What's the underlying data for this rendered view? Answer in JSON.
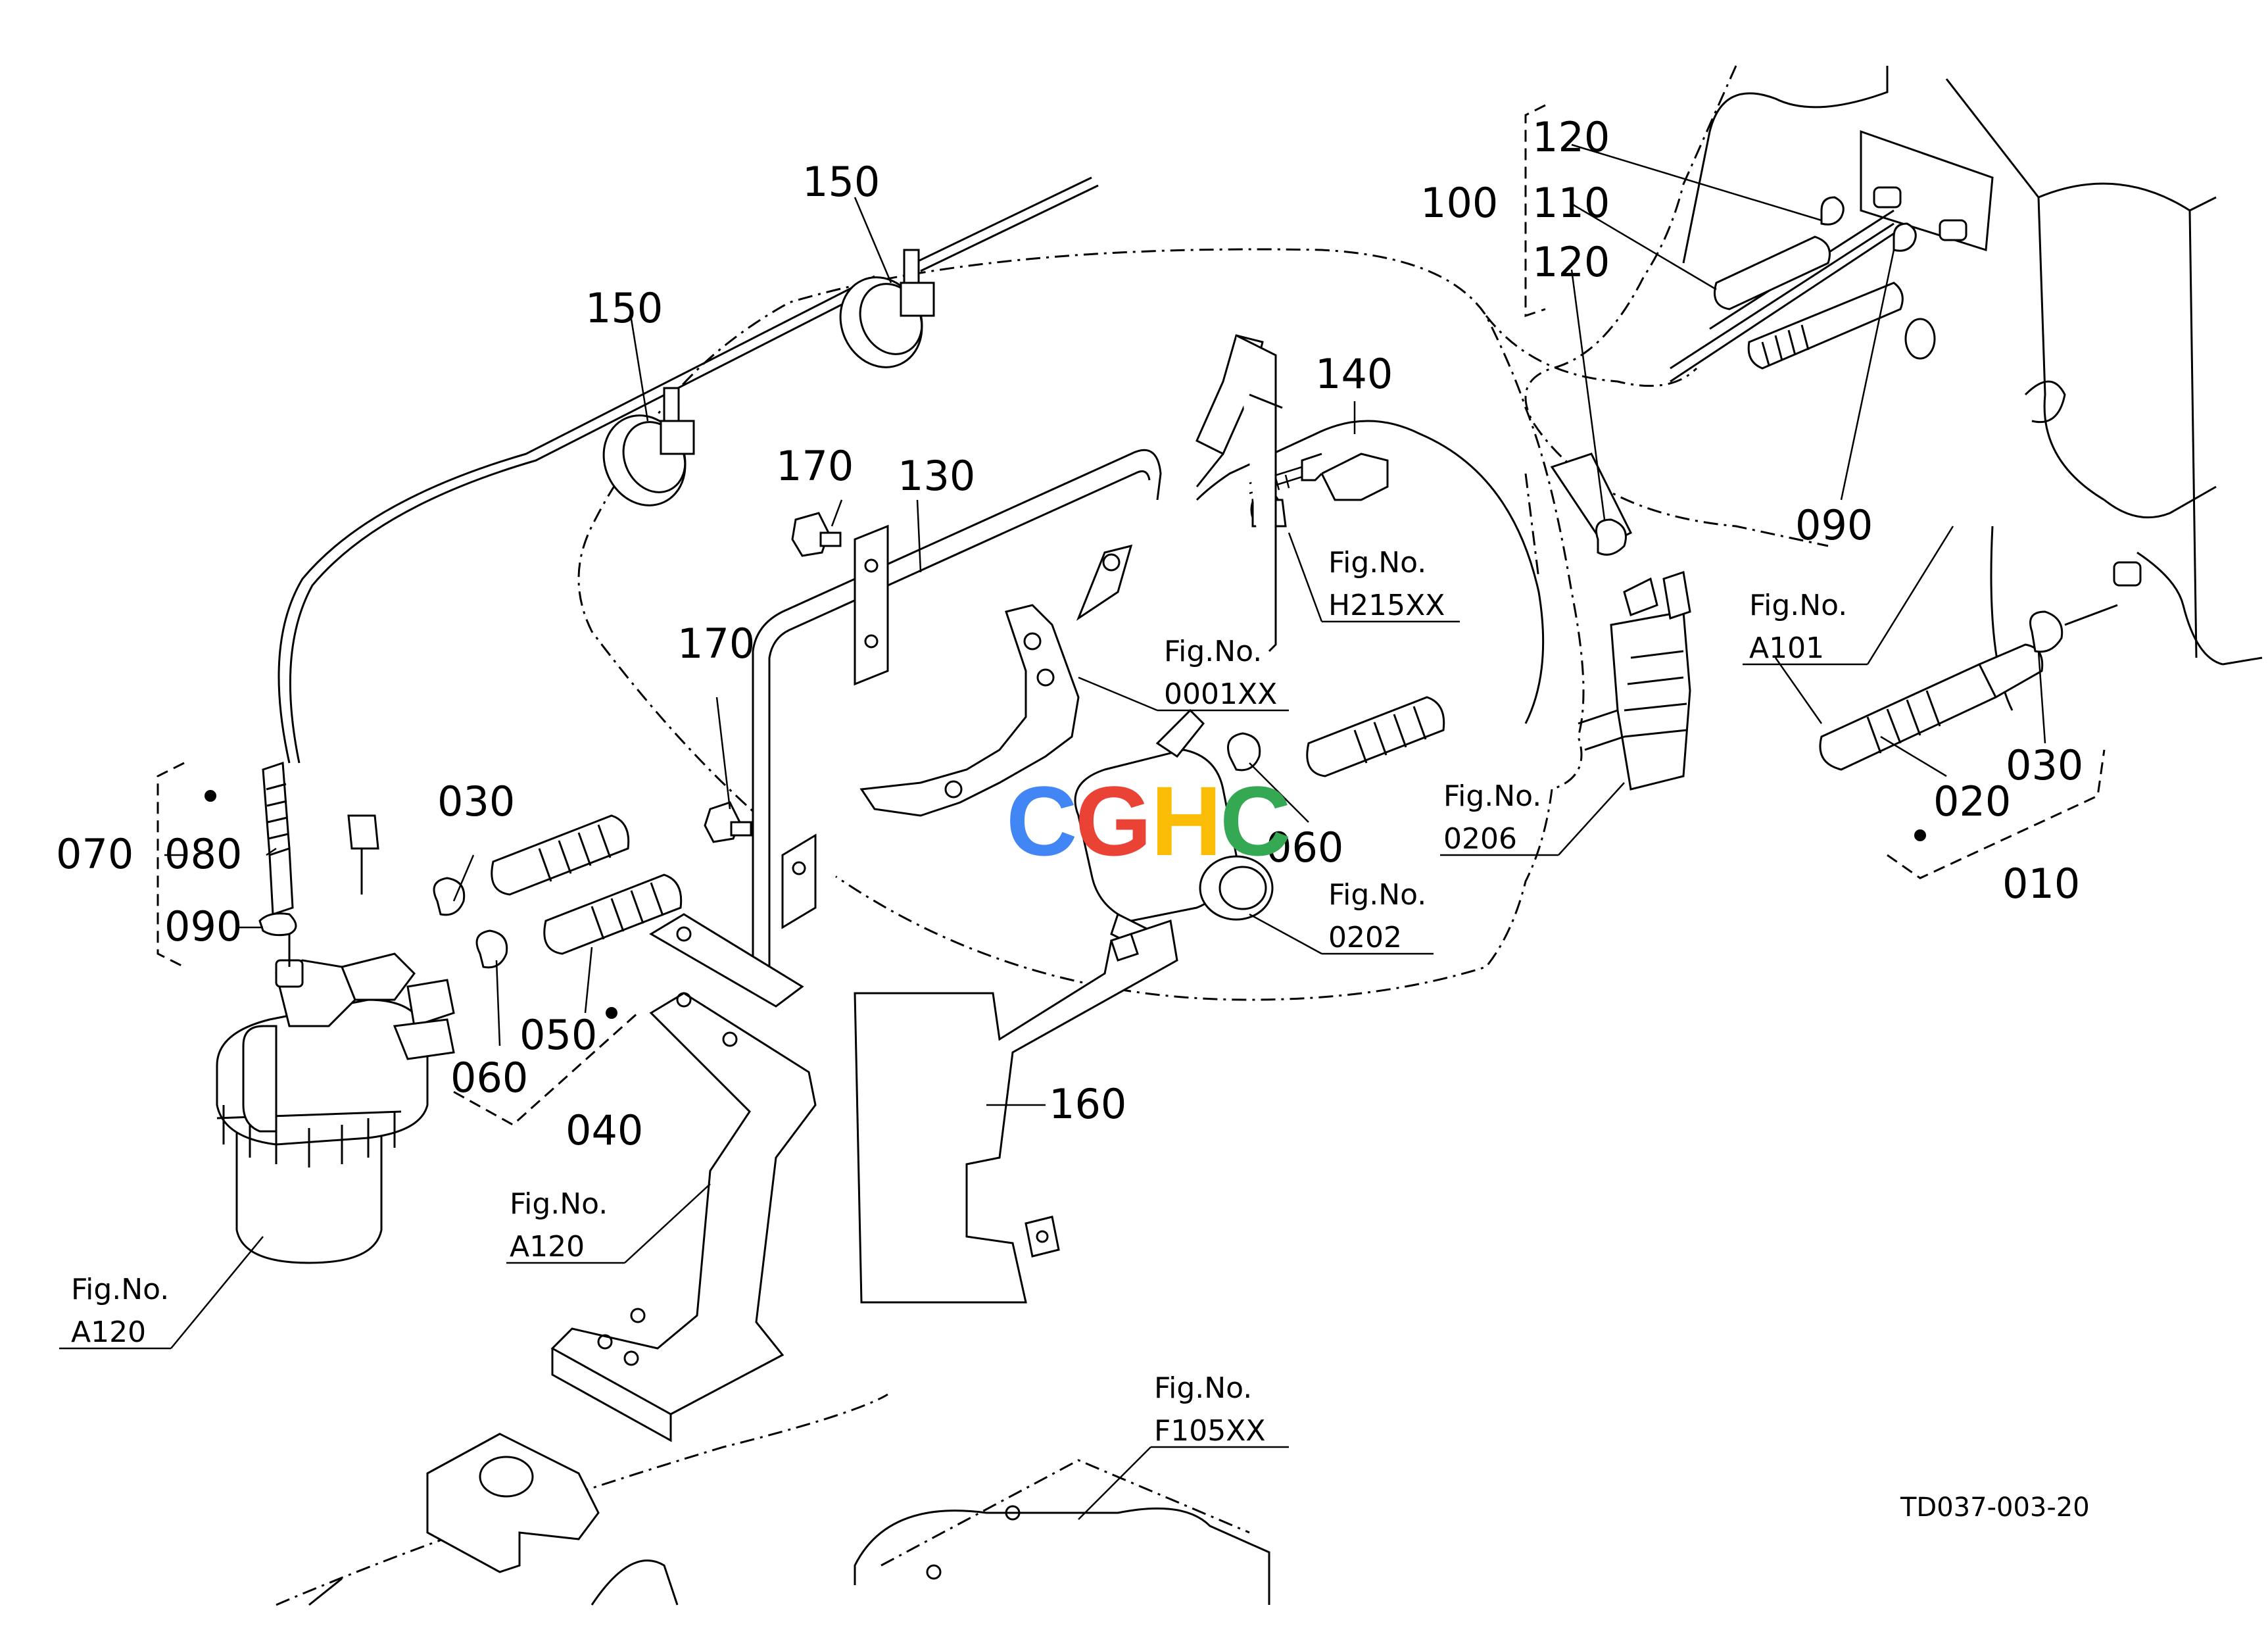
{
  "diagram": {
    "drawing_code": "TD037-003-20",
    "watermark": "CGHC",
    "colors": {
      "line": "#000000",
      "bg": "#ffffff",
      "wm_c": "#4285f4",
      "wm_g": "#ea4335",
      "wm_h": "#fbbc05",
      "wm_c2": "#34a853"
    },
    "callouts": {
      "c150a": "150",
      "c150b": "150",
      "c170a": "170",
      "c130": "130",
      "c140": "140",
      "c170b": "170",
      "c100": "100",
      "c120a": "120",
      "c110": "110",
      "c120b": "120",
      "c090r": "090",
      "c070": "070",
      "c080": "080",
      "c090l": "090",
      "c030l": "030",
      "c060l": "060",
      "c050": "050",
      "c040": "040",
      "c060m": "060",
      "c160": "160",
      "c020": "020",
      "c030r": "030",
      "c010": "010"
    },
    "figrefs": {
      "f1": {
        "l1": "Fig.No.",
        "l2": "H215XX"
      },
      "f2": {
        "l1": "Fig.No.",
        "l2": "0001XX"
      },
      "f3": {
        "l1": "Fig.No.",
        "l2": "0202"
      },
      "f4": {
        "l1": "Fig.No.",
        "l2": "0206"
      },
      "f5": {
        "l1": "Fig.No.",
        "l2": "A101"
      },
      "f6": {
        "l1": "Fig.No.",
        "l2": "A120"
      },
      "f7": {
        "l1": "Fig.No.",
        "l2": "A120"
      },
      "f8": {
        "l1": "Fig.No.",
        "l2": "F105XX"
      }
    }
  }
}
